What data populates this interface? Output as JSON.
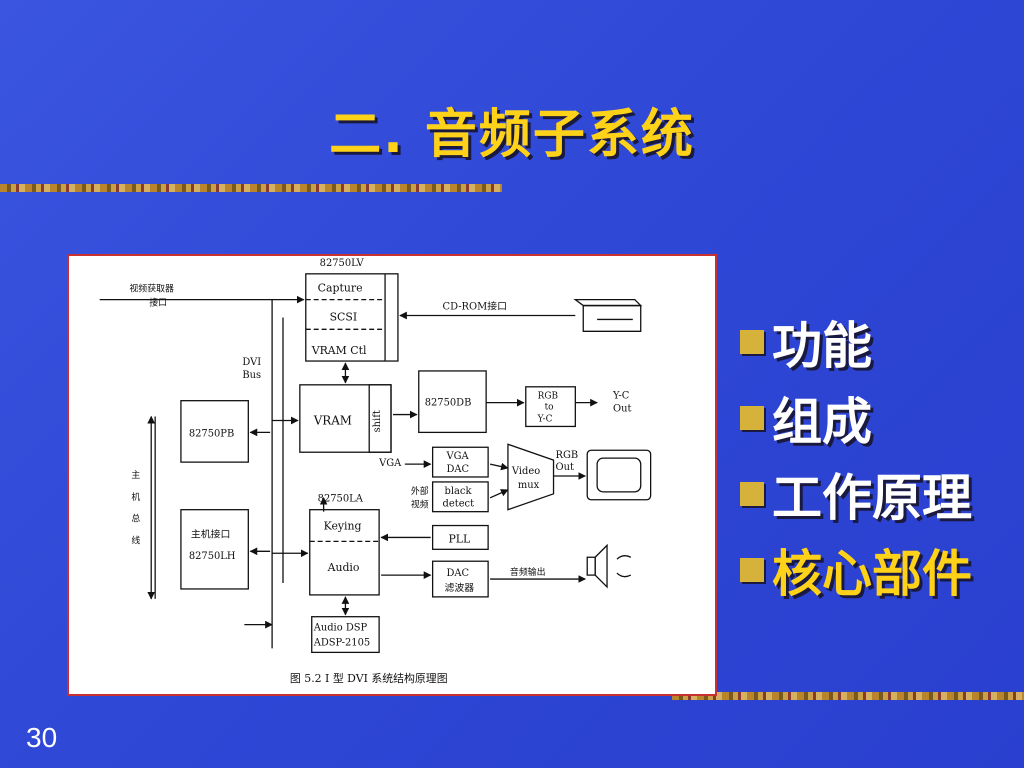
{
  "slide": {
    "title": "二. 音频子系统",
    "page_number": "30"
  },
  "bullets": [
    {
      "text": "功能",
      "color": "#ffffff"
    },
    {
      "text": "组成",
      "color": "#ffffff"
    },
    {
      "text": "工作原理",
      "color": "#ffffff"
    },
    {
      "text": "核心部件",
      "color": "#ffd21a"
    }
  ],
  "diagram": {
    "caption": "图 5.2   Ⅰ 型 DVI 系统结构原理图",
    "blocks": {
      "lv_chip": "82750LV",
      "capture": "Capture",
      "scsi": "SCSI",
      "vram_ctl": "VRAM Ctl",
      "vram": "VRAM",
      "shift": "shift",
      "db_chip": "82750DB",
      "pb_chip": "82750PB",
      "host_iface": "主机接口",
      "lh_chip": "82750LH",
      "la_chip": "82750LA",
      "keying": "Keying",
      "audio": "Audio",
      "vga_dac_1": "VGA",
      "vga_dac_2": "DAC",
      "black_1": "black",
      "black_2": "detect",
      "pll": "PLL",
      "dac_1": "DAC",
      "dac_2": "滤波器",
      "dsp_1": "Audio DSP",
      "dsp_2": "ADSP-2105",
      "rgb_yc_1": "RGB",
      "rgb_yc_2": "to",
      "rgb_yc_3": "Y-C",
      "mux_1": "Video",
      "mux_2": "mux"
    },
    "labels": {
      "video_capture_1": "视频获取器",
      "video_capture_2": "接口",
      "cdrom": "CD-ROM接口",
      "dvi_bus_1": "DVI",
      "dvi_bus_2": "Bus",
      "yc_out_1": "Y-C",
      "yc_out_2": "Out",
      "rgb_out_1": "RGB",
      "rgb_out_2": "Out",
      "vga": "VGA",
      "ext_video_1": "外部",
      "ext_video_2": "视频",
      "host_bus_1": "主",
      "host_bus_2": "机",
      "host_bus_3": "总",
      "host_bus_4": "线",
      "audio_capture_1": null,
      "audio_capture_2": null,
      "audio_out": "音频输出"
    }
  }
}
